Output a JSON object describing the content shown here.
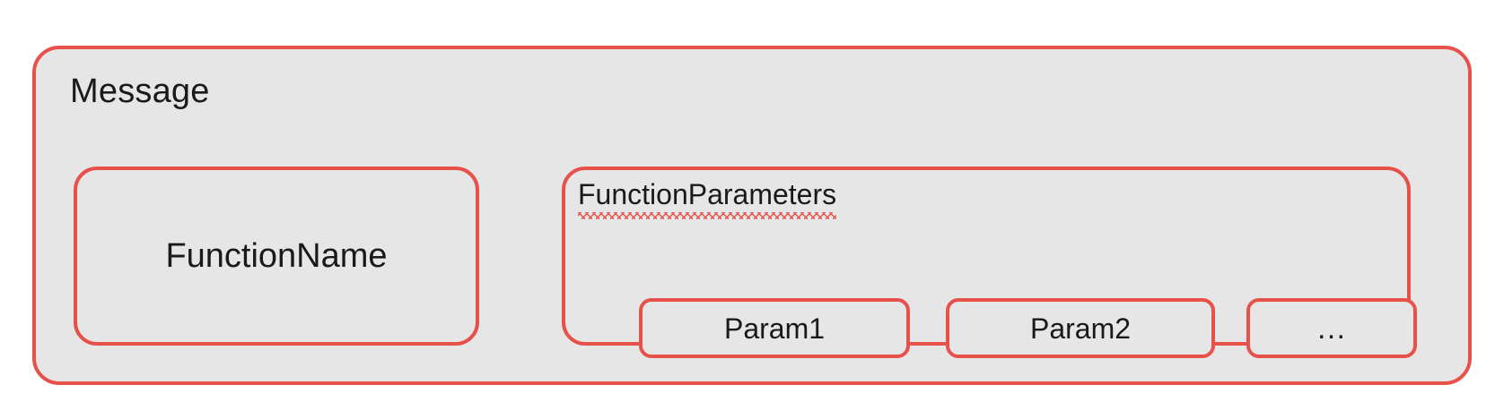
{
  "diagram": {
    "type": "nested-block-diagram",
    "background_color": "#ffffff",
    "block_fill_color": "#e6e6e6",
    "block_border_color": "#e8504a",
    "text_color": "#1a1a1a",
    "message": {
      "label": "Message",
      "children": {
        "function_name": {
          "label": "FunctionName"
        },
        "function_parameters": {
          "label": "FunctionParameters",
          "has_spellcheck_underline": true,
          "params": [
            {
              "label": "Param1"
            },
            {
              "label": "Param2"
            },
            {
              "label": "…"
            }
          ]
        }
      }
    }
  }
}
